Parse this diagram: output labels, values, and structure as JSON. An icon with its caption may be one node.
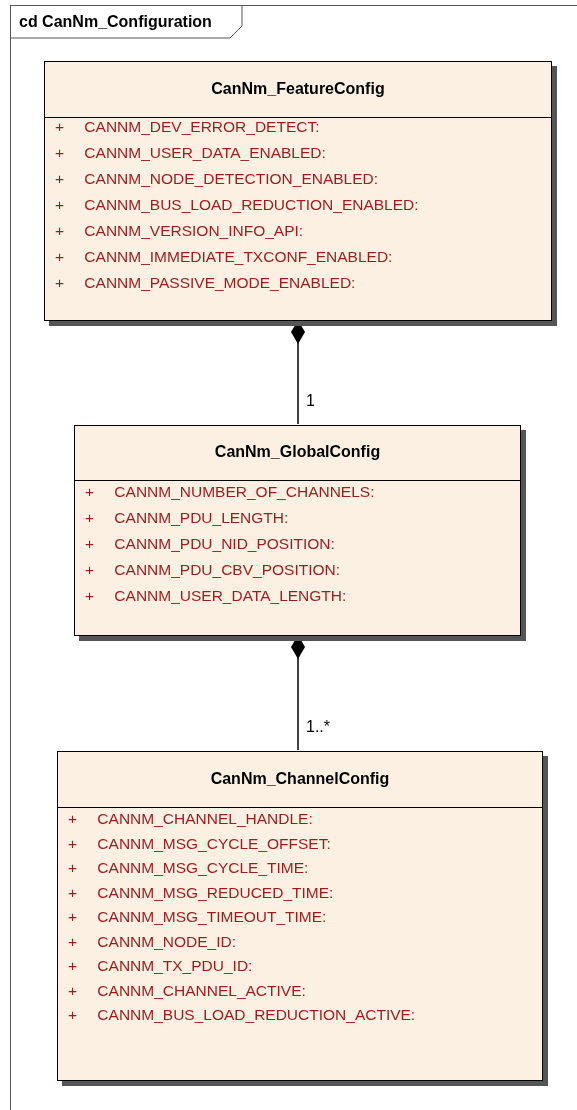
{
  "diagram": {
    "nodes": [
      {
        "text": [
          "cd CanNm_Configuration"
        ]
      },
      {
        "text": [
          "CanNm_FeatureConfig",
          "+ CANNM_DEV_ERROR_DETECT:",
          "+ CANNM_USER_DATA_ENABLED:",
          "+ CANNM_NODE_DETECTION_ENABLED:",
          "+ CANNM_BUS_LOAD_REDUCTION_ENABLED:",
          "+ CANNM_VERSION_INFO_API:",
          "+ CANNM_IMMEDIATE_TXCONF_ENABLED:",
          "+ CANNM_PASSIVE_MODE_ENABLED:"
        ],
        "in": 0
      },
      {
        "text": [
          "CanNm_GlobalConfig",
          "+ CANNM_NUMBER_OF_CHANNELS:",
          "+ CANNM_PDU_LENGTH:",
          "+ CANNM_PDU_NID_POSITION:",
          "+ CANNM_PDU_CBV_POSITION:",
          "+ CANNM_USER_DATA_LENGTH:"
        ],
        "in": 0
      },
      {
        "text": [
          "CanNm_ChannelConfig",
          "+ CANNM_CHANNEL_HANDLE:",
          "+ CANNM_MSG_CYCLE_OFFSET:",
          "+ CANNM_MSG_CYCLE_TIME:",
          "+ CANNM_MSG_REDUCED_TIME:",
          "+ CANNM_MSG_TIMEOUT_TIME:",
          "+ CANNM_NODE_ID:",
          "+ CANNM_TX_PDU_ID:",
          "+ CANNM_CHANNEL_ACTIVE:",
          "+ CANNM_BUS_LOAD_REDUCTION_ACTIVE:"
        ],
        "in": 0
      }
    ],
    "edges": [
      {
        "from": 2,
        "to": 1,
        "arrow": "other",
        "label": "1"
      },
      {
        "from": 3,
        "to": 2,
        "arrow": "other",
        "label": "1..*"
      }
    ]
  }
}
